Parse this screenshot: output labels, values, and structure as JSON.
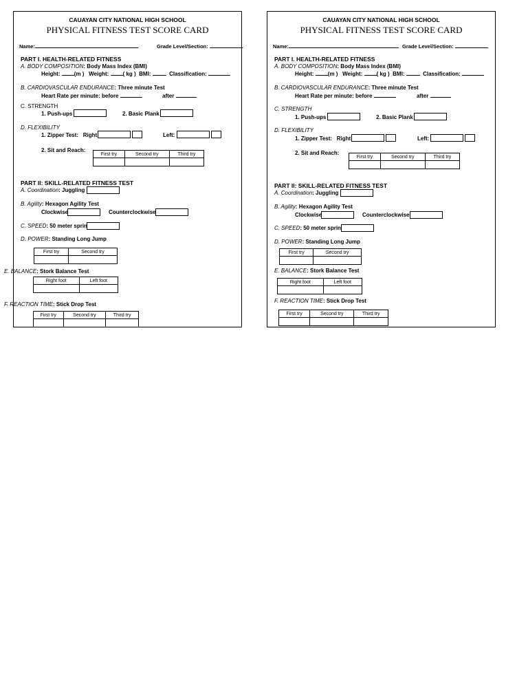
{
  "school": "CAUAYAN CITY NATIONAL HIGH SCHOOL",
  "title": "PHYSICAL FITNESS TEST SCORE CARD",
  "name_label": "Name:",
  "grade_label": "Grade Level/Section:",
  "part1": {
    "title": "PART I. HEALTH-RELATED FITNESS",
    "body_comp": {
      "label": "A. BODY COMPOSITION",
      "test": ": Body Mass Index (BMI)"
    },
    "height": "Height:",
    "height_unit": "(m )",
    "weight": "Weight:",
    "weight_unit": "( kg )",
    "bmi": "BMI:",
    "classification": "Classification:",
    "cardio": {
      "label": "B. CARDIOVASCULAR ENDURANCE",
      "test": ": Three minute Test"
    },
    "heart_rate": "Heart Rate per minute:",
    "before": "before",
    "after": "after",
    "strength": "C. STRENGTH",
    "pushups": "1. Push-ups",
    "plank": "2. Basic Plank",
    "flexibility": "D. FLEXIBILITY",
    "zipper": "1. Zipper Test:",
    "right": "Right:",
    "left": "Left:",
    "sit_reach": "2. Sit and Reach:"
  },
  "part2": {
    "title": "PART II: SKILL-RELATED FITNESS TEST",
    "coordination": {
      "label": "A. Coordination",
      "test": ": Juggling"
    },
    "agility": {
      "label": "B. Agility",
      "test": ": Hexagon Agility Test"
    },
    "clockwise": "Clockwise",
    "counterclockwise": "Counterclockwise",
    "speed": {
      "label": "C. SPEED",
      "test": ": 50 meter sprint"
    },
    "power": {
      "label": "D. POWER",
      "test": ": Standing Long Jump"
    },
    "balance": {
      "label": "E. BALANCE",
      "test": ": Stork Balance Test"
    },
    "reaction": {
      "label": "F. REACTION TIME",
      "test": ": Stick Drop Test"
    }
  },
  "tries": {
    "first": "First try",
    "second": "Second try",
    "third": "Third try"
  },
  "feet": {
    "right": "Right foot",
    "left": "Left foot"
  }
}
